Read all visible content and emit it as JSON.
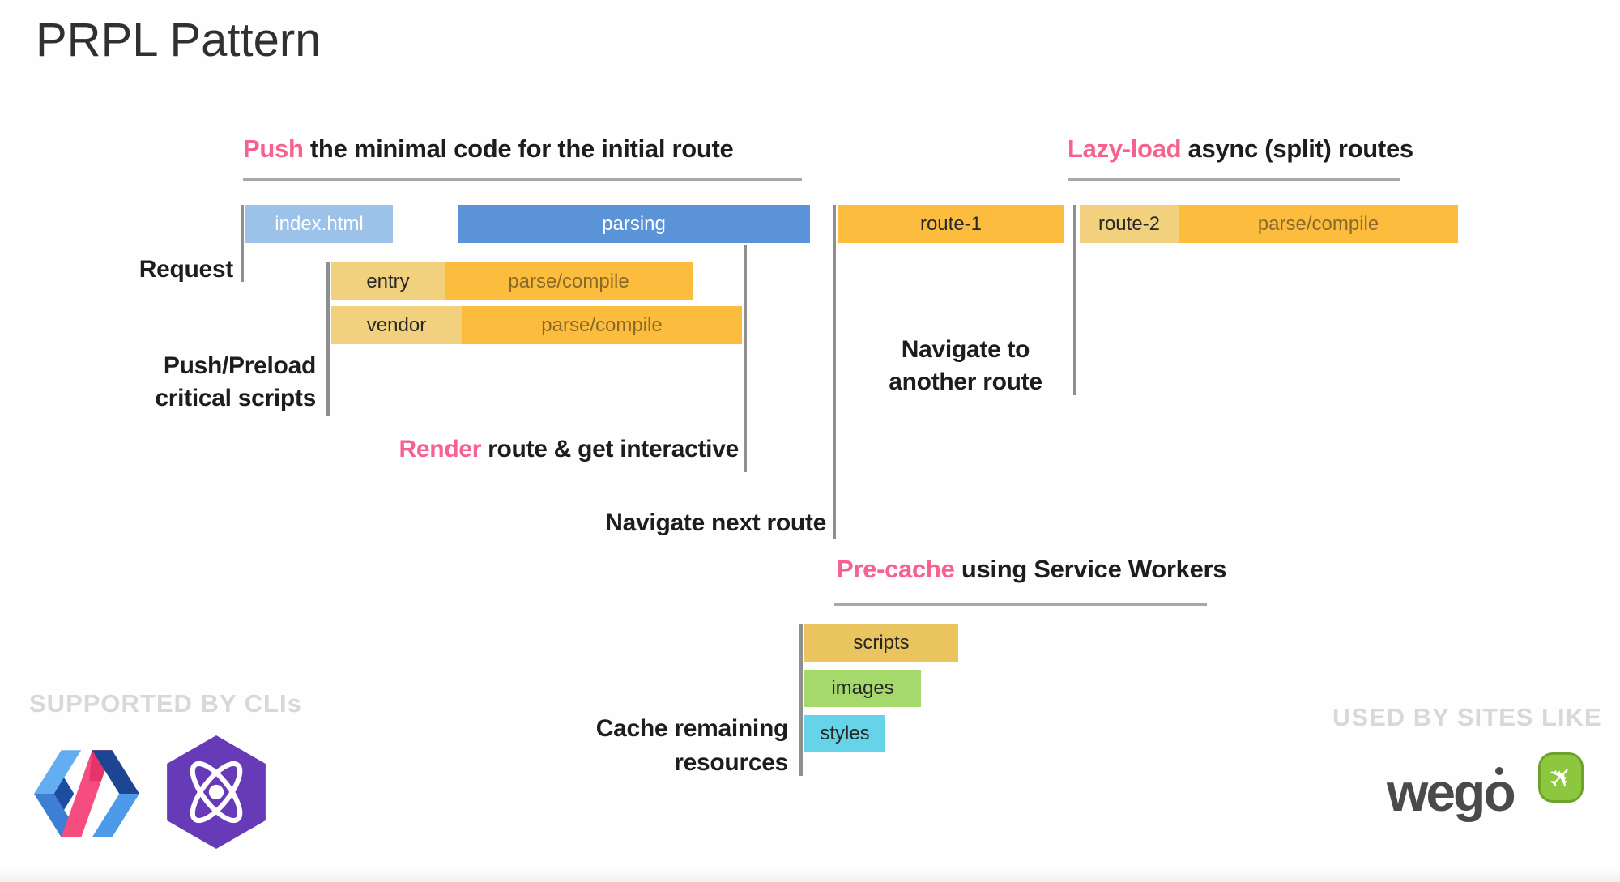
{
  "title": "PRPL Pattern",
  "headings": {
    "push": {
      "highlight": "Push",
      "rest": " the minimal code for the initial route"
    },
    "lazy": {
      "highlight": "Lazy-load",
      "rest": " async (split) routes"
    },
    "precache": {
      "highlight": "Pre-cache",
      "rest": " using Service Workers"
    }
  },
  "labels": {
    "request": "Request",
    "push_preload_line1": "Push/Preload",
    "push_preload_line2": "critical scripts",
    "render": {
      "highlight": "Render",
      "rest": " route & get interactive"
    },
    "navigate_next": "Navigate next route",
    "navigate_another_line1": "Navigate to",
    "navigate_another_line2": "another route",
    "cache_line1": "Cache remaining",
    "cache_line2": "resources"
  },
  "bars": {
    "index_html": "index.html",
    "parsing": "parsing",
    "route1": "route-1",
    "route2": "route-2",
    "parse_compile": "parse/compile",
    "entry": "entry",
    "vendor": "vendor",
    "scripts": "scripts",
    "images": "images",
    "styles": "styles"
  },
  "footer": {
    "supported": "SUPPORTED BY CLIs",
    "used": "USED BY SITES LIKE",
    "wego": "wego"
  },
  "icons": {
    "polymer_logo": "polymer-chevrons",
    "preact_logo": "preact-atom-hexagon",
    "wego_plane": "✈"
  },
  "colors": {
    "pink": "#f7618f",
    "index_blue_light": "#9dc2ea",
    "parsing_blue": "#5b93d9",
    "orange": "#fcbd3f",
    "label_gold_light": "#f2d17e",
    "scripts_gold": "#eac45f",
    "images_green": "#a5d96b",
    "styles_cyan": "#67d3e9",
    "line_gray": "#8f8f8f",
    "underline_gray": "#a8a8a8",
    "footer_muted_gray": "#d8d8d8",
    "preact_purple": "#673ab8",
    "wego_green": "#8dc63f",
    "wego_text_gray": "#4a4a4a",
    "parse_compile_text": "#8a6a28",
    "text_dark": "#212121"
  }
}
